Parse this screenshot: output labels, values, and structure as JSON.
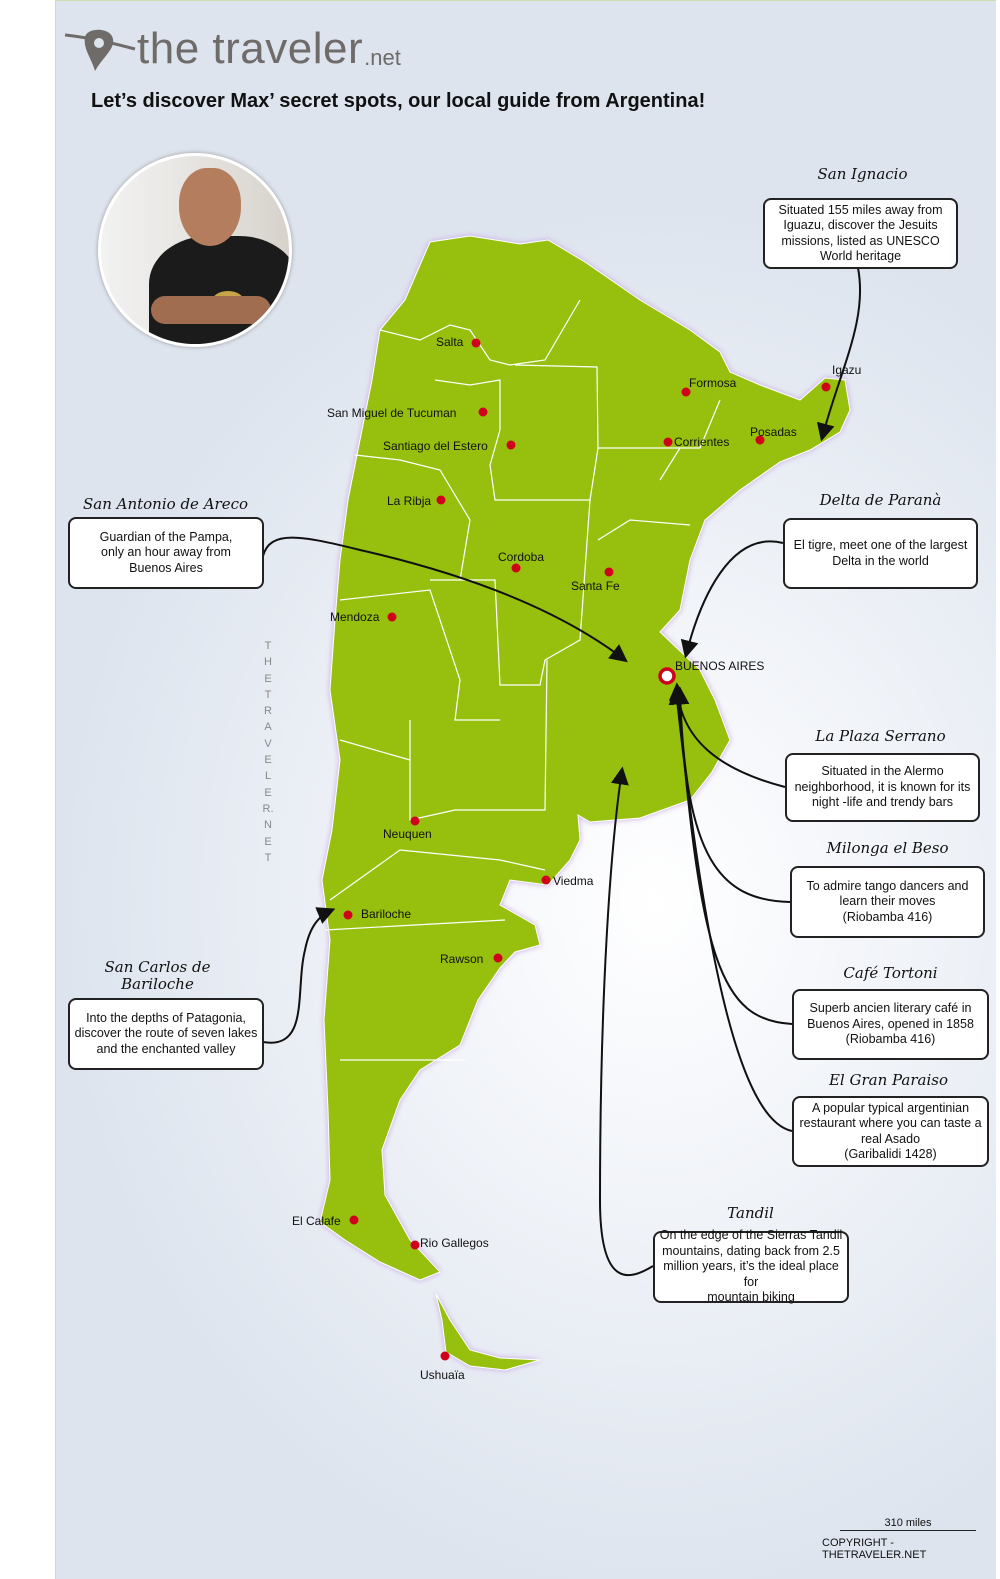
{
  "logo": {
    "main": "the traveler",
    "suffix": ".net"
  },
  "headline": "Let’s discover Max’ secret spots, our local guide from Argentina!",
  "watermark": "THETRAVELER.NET",
  "colors": {
    "land": "#96c00e",
    "city_dot": "#d0021b",
    "border": "#ffffff",
    "glow": "#c9a6e6"
  },
  "cities": [
    {
      "name": "Salta"
    },
    {
      "name": "Formosa"
    },
    {
      "name": "San Miguel de Tucuman"
    },
    {
      "name": "Igazu"
    },
    {
      "name": "Posadas"
    },
    {
      "name": "Santiago del Estero"
    },
    {
      "name": "Corrientes"
    },
    {
      "name": "La Ribja"
    },
    {
      "name": "Cordoba"
    },
    {
      "name": "Santa Fe"
    },
    {
      "name": "Mendoza"
    },
    {
      "name": "BUENOS AIRES"
    },
    {
      "name": "Neuquen"
    },
    {
      "name": "Viedma"
    },
    {
      "name": "Bariloche"
    },
    {
      "name": "Rawson"
    },
    {
      "name": "El Calafe"
    },
    {
      "name": "Rio Gallegos"
    },
    {
      "name": "Ushuaïa"
    }
  ],
  "callouts": [
    {
      "title": "San Ignacio",
      "text": "Situated 155 miles away from\nIguazu, discover the Jesuits\nmissions, listed as UNESCO\nWorld heritage"
    },
    {
      "title": "San Antonio de Areco",
      "text": "Guardian of the Pampa,\nonly an hour away from\nBuenos Aires"
    },
    {
      "title": "Delta de Paranà",
      "text": "El tigre, meet one of the largest\nDelta in the world"
    },
    {
      "title": "La Plaza Serrano",
      "text": "Situated in the Alermo\nneighborhood, it is known for its\nnight -life and trendy bars"
    },
    {
      "title": "Milonga el Beso",
      "text": "To admire tango dancers and\nlearn their moves\n(Riobamba 416)"
    },
    {
      "title": "Café Tortoni",
      "text": "Superb ancien literary café in\nBuenos Aires, opened in 1858\n(Riobamba 416)"
    },
    {
      "title": "El Gran Paraiso",
      "text": "A popular typical argentinian\nrestaurant where you can taste a\nreal Asado\n(Garibalidi 1428)"
    },
    {
      "title": "Tandil",
      "text": "On the edge of the Sierras Tandil\nmountains, dating back from 2.5\nmillion years, it’s the ideal place for\nmountain biking"
    },
    {
      "title": "San Carlos de\nBariloche",
      "text": "Into the depths of Patagonia,\ndiscover the route of seven lakes\nand the enchanted valley"
    }
  ],
  "scale": {
    "label": "310 miles"
  },
  "copyright": "COPYRIGHT - THETRAVELER.NET"
}
